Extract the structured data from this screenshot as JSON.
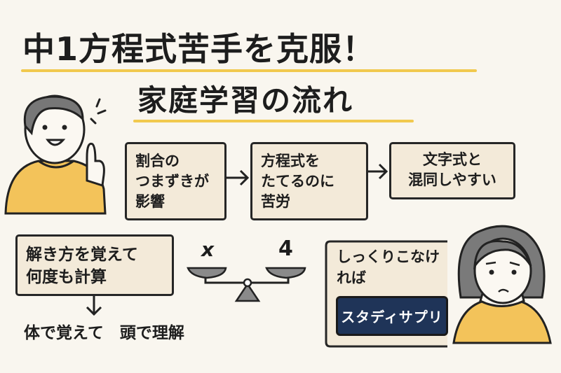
{
  "title": {
    "line1": "中1方程式苦手を克服！",
    "line2": "家庭学習の流れ"
  },
  "flow": [
    {
      "lines": [
        "割合の",
        "つまずきが",
        "影響"
      ]
    },
    {
      "lines": [
        "方程式を",
        "たてるのに",
        "苦労"
      ]
    },
    {
      "lines": [
        "文字式と",
        "混同しやすい"
      ]
    }
  ],
  "practice_box": {
    "lines": [
      "解き方を覚えて",
      "何度も計算"
    ]
  },
  "result_text": "体で覚えて　頭で理解",
  "balance": {
    "left_label": "x",
    "right_label": "4"
  },
  "advice_box": {
    "lines": [
      "しっくりこなけ",
      "れば"
    ],
    "button_label": "スタディサプリ"
  },
  "colors": {
    "accent_yellow": "#f1c94e",
    "box_fill": "#f3ead9",
    "button_navy": "#1f3458",
    "sweater": "#f3c35a"
  }
}
